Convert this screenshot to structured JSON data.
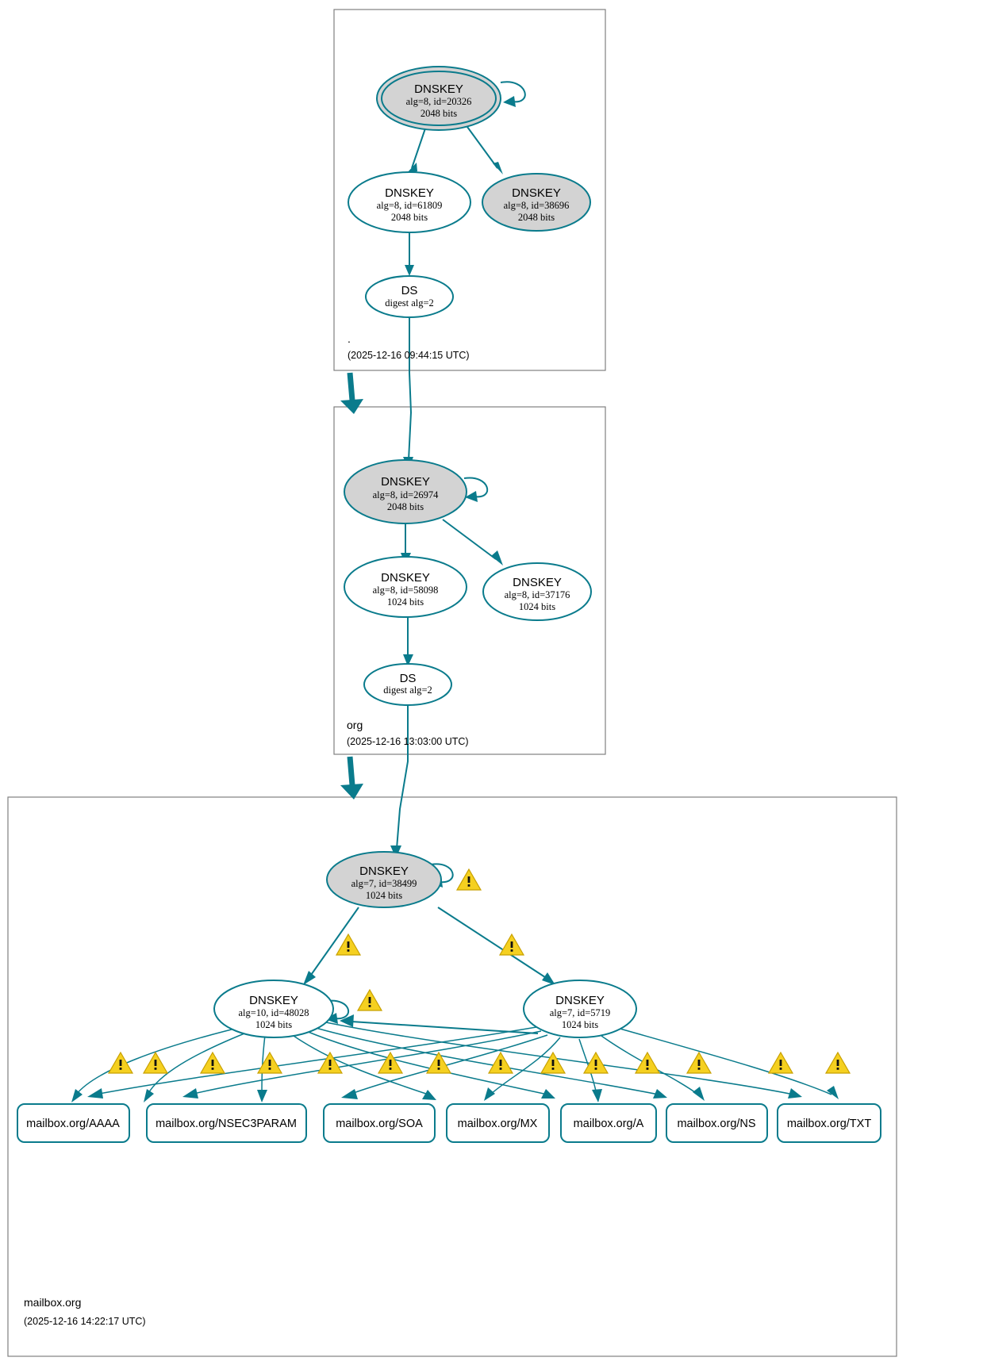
{
  "diagram": {
    "kind": "dnssec-authentication-chain",
    "colors": {
      "edge": "#0a7b8c",
      "node_stroke": "#0a7b8c",
      "secure_fill": "#d3d3d3",
      "plain_fill": "#ffffff",
      "zone_border": "#808080",
      "warning_fill": "#f5d020",
      "warning_stroke": "#c8a000"
    }
  },
  "zones": [
    {
      "id": "root",
      "name": ".",
      "timestamp": "(2025-12-16 09:44:15 UTC)",
      "nodes": [
        {
          "id": "root-ksk",
          "type": "DNSKEY",
          "title": "DNSKEY",
          "line2": "alg=8, id=20326",
          "line3": "2048 bits",
          "alg": 8,
          "key_id": 20326,
          "bits": 2048,
          "fill": "gray",
          "trust_anchor": true,
          "self_sign": true
        },
        {
          "id": "root-zsk-61809",
          "type": "DNSKEY",
          "title": "DNSKEY",
          "line2": "alg=8, id=61809",
          "line3": "2048 bits",
          "alg": 8,
          "key_id": 61809,
          "bits": 2048,
          "fill": "white",
          "trust_anchor": false,
          "self_sign": false
        },
        {
          "id": "root-key-38696",
          "type": "DNSKEY",
          "title": "DNSKEY",
          "line2": "alg=8, id=38696",
          "line3": "2048 bits",
          "alg": 8,
          "key_id": 38696,
          "bits": 2048,
          "fill": "gray",
          "trust_anchor": false,
          "self_sign": false
        },
        {
          "id": "root-ds",
          "type": "DS",
          "title": "DS",
          "line2": "digest alg=2",
          "line3": "",
          "fill": "white"
        }
      ]
    },
    {
      "id": "org",
      "name": "org",
      "timestamp": "(2025-12-16 13:03:00 UTC)",
      "nodes": [
        {
          "id": "org-ksk",
          "type": "DNSKEY",
          "title": "DNSKEY",
          "line2": "alg=8, id=26974",
          "line3": "2048 bits",
          "alg": 8,
          "key_id": 26974,
          "bits": 2048,
          "fill": "gray",
          "self_sign": true
        },
        {
          "id": "org-zsk-58098",
          "type": "DNSKEY",
          "title": "DNSKEY",
          "line2": "alg=8, id=58098",
          "line3": "1024 bits",
          "alg": 8,
          "key_id": 58098,
          "bits": 1024,
          "fill": "white"
        },
        {
          "id": "org-key-37176",
          "type": "DNSKEY",
          "title": "DNSKEY",
          "line2": "alg=8, id=37176",
          "line3": "1024 bits",
          "alg": 8,
          "key_id": 37176,
          "bits": 1024,
          "fill": "white"
        },
        {
          "id": "org-ds",
          "type": "DS",
          "title": "DS",
          "line2": "digest alg=2",
          "line3": "",
          "fill": "white"
        }
      ]
    },
    {
      "id": "mailbox",
      "name": "mailbox.org",
      "timestamp": "(2025-12-16 14:22:17 UTC)",
      "nodes": [
        {
          "id": "mb-ksk",
          "type": "DNSKEY",
          "title": "DNSKEY",
          "line2": "alg=7, id=38499",
          "line3": "1024 bits",
          "alg": 7,
          "key_id": 38499,
          "bits": 1024,
          "fill": "gray",
          "self_sign": true
        },
        {
          "id": "mb-zsk-48028",
          "type": "DNSKEY",
          "title": "DNSKEY",
          "line2": "alg=10, id=48028",
          "line3": "1024 bits",
          "alg": 10,
          "key_id": 48028,
          "bits": 1024,
          "fill": "white",
          "self_sign": true
        },
        {
          "id": "mb-zsk-5719",
          "type": "DNSKEY",
          "title": "DNSKEY",
          "line2": "alg=7, id=5719",
          "line3": "1024 bits",
          "alg": 7,
          "key_id": 5719,
          "bits": 1024,
          "fill": "white"
        }
      ],
      "rrsets": [
        {
          "id": "rr-aaaa",
          "label": "mailbox.org/AAAA"
        },
        {
          "id": "rr-nsec3param",
          "label": "mailbox.org/NSEC3PARAM"
        },
        {
          "id": "rr-soa",
          "label": "mailbox.org/SOA"
        },
        {
          "id": "rr-mx",
          "label": "mailbox.org/MX"
        },
        {
          "id": "rr-a",
          "label": "mailbox.org/A"
        },
        {
          "id": "rr-ns",
          "label": "mailbox.org/NS"
        },
        {
          "id": "rr-txt",
          "label": "mailbox.org/TXT"
        }
      ]
    }
  ],
  "warnings": {
    "glyph": "!",
    "count": 18,
    "semantic": "warning-icon"
  }
}
